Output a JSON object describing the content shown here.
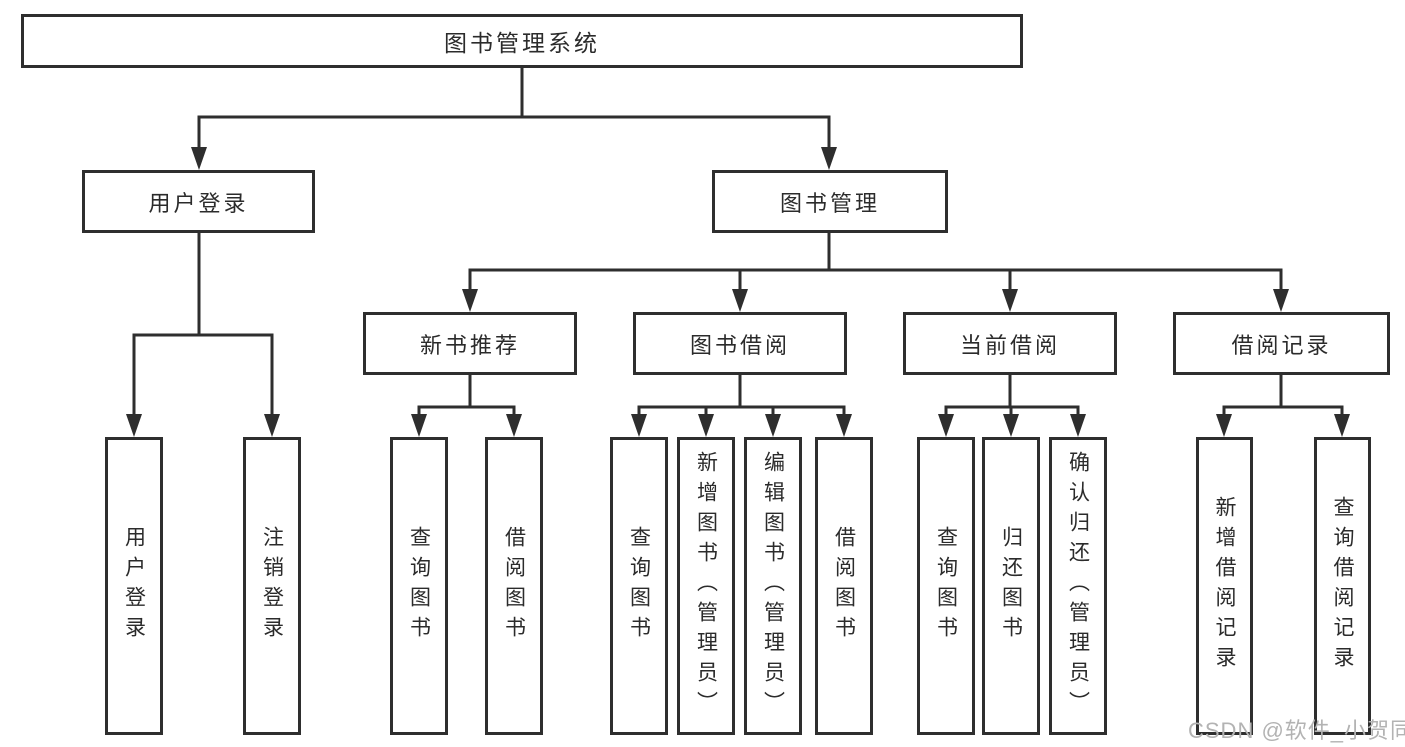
{
  "diagram": {
    "title": "图书管理系统",
    "level2": {
      "user_login": "用户登录",
      "book_management": "图书管理"
    },
    "level3": {
      "new_book": "新书推荐",
      "book_borrow": "图书借阅",
      "current_borrow": "当前借阅",
      "borrow_records": "借阅记录"
    },
    "leaves": {
      "user_login": "用户登录",
      "logout": "注销登录",
      "nb_query": "查询图书",
      "nb_borrow": "借阅图书",
      "bb_query": "查询图书",
      "bb_add": "新增图书（管理员）",
      "bb_edit": "编辑图书（管理员）",
      "bb_borrow": "借阅图书",
      "cb_query": "查询图书",
      "cb_return": "归还图书",
      "cb_confirm": "确认归还（管理员）",
      "br_add": "新增借阅记录",
      "br_query": "查询借阅记录"
    },
    "watermark": "CSDN @软件_小贺同学",
    "colors": {
      "line": "#2e2e2e",
      "text": "#2b2b2b",
      "watermark": "#b3b3b3",
      "background": "#ffffff"
    }
  }
}
